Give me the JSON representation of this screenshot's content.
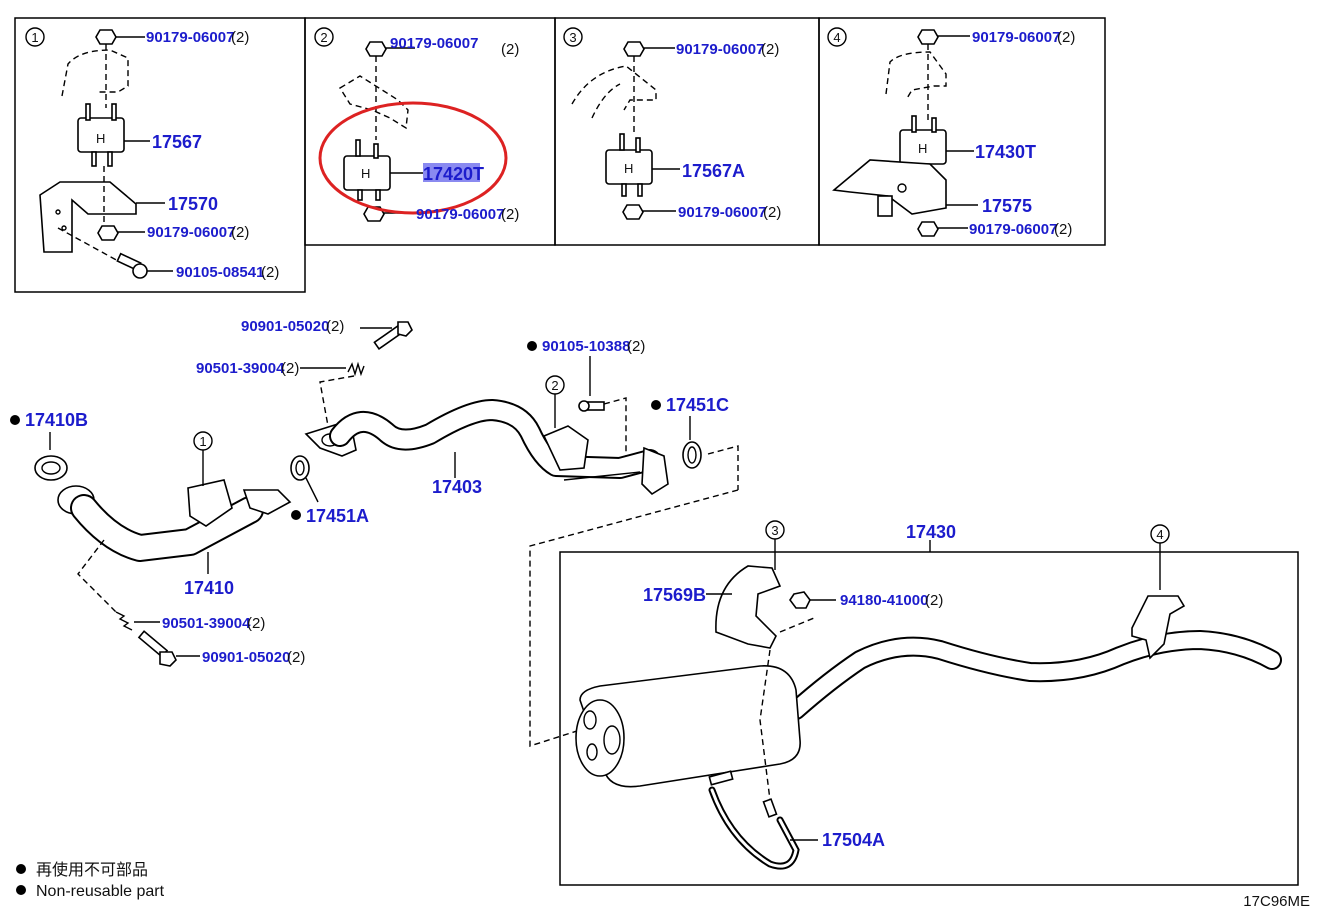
{
  "callouts": {
    "c1": "1",
    "c2": "2",
    "c3": "3",
    "c4": "4"
  },
  "qty2": "(2)",
  "parts": {
    "nut": "90179-06007",
    "bolt_08541": "90105-08541",
    "mount_17567": "17567",
    "bracket_17570": "17570",
    "mount_17420T": "17420T",
    "mount_17567A": "17567A",
    "mount_17430T": "17430T",
    "bracket_17575": "17575",
    "bolt_05020": "90901-05020",
    "spring_39004": "90501-39004",
    "bolt_10388": "90105-10388",
    "gasket_17410B": "17410B",
    "gasket_17451A": "17451A",
    "gasket_17451C": "17451C",
    "pipe_17410": "17410",
    "pipe_17403": "17403",
    "muffler_17430": "17430",
    "bracket_17569B": "17569B",
    "nut_41000": "94180-41000",
    "band_17504A": "17504A"
  },
  "legend": {
    "line_cn": "再使用不可部品",
    "line_en": "Non-reusable part"
  },
  "diagram_code": "17C96ME",
  "highlight": {
    "color": "#dd2222",
    "selection_color": "#8a8af0"
  }
}
